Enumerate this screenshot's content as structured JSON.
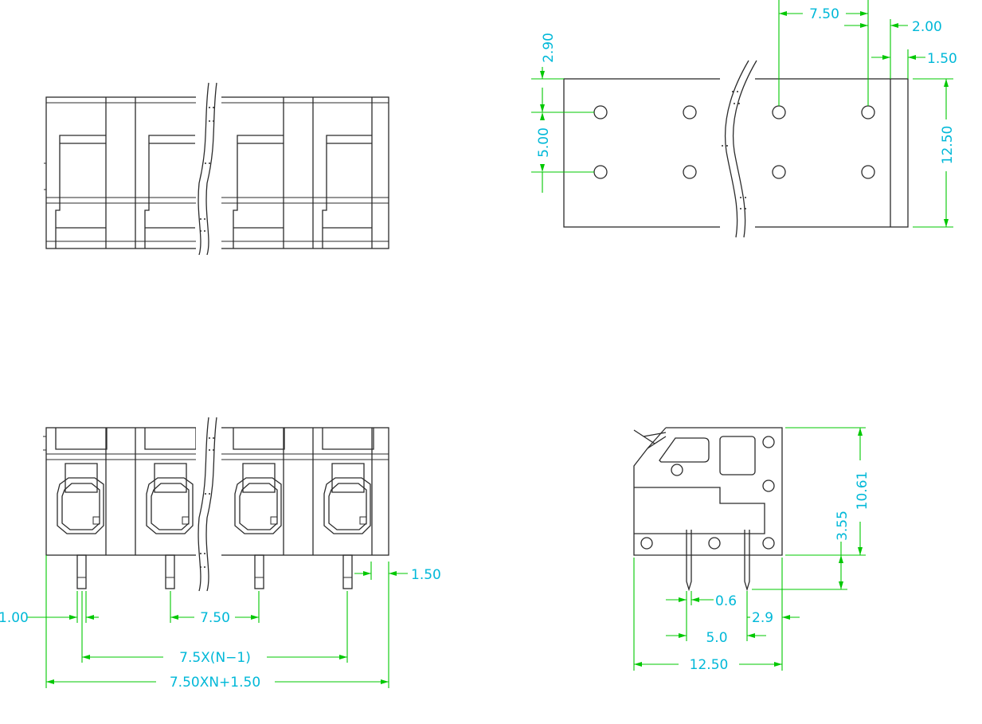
{
  "colors": {
    "outline": "#2b2b2b",
    "dimension_line": "#00c800",
    "dimension_text": "#00b8d8",
    "background": "#ffffff"
  },
  "top_view": {
    "dims": {
      "pitch": "7.50",
      "edge_left": "2.00",
      "edge_right": "1.50",
      "top_offset": "2.90",
      "row_spacing": "5.00",
      "depth": "12.50"
    }
  },
  "front_view": {
    "dims": {
      "pin_width": "1.00",
      "pitch": "7.50",
      "edge_right": "1.50",
      "pin_span": "7.5X(N−1)",
      "overall_length": "7.50XN+1.50"
    }
  },
  "side_view": {
    "dims": {
      "height": "10.61",
      "pin_length": "3.55",
      "pin_width": "0.6",
      "pin_offset": "2.9",
      "pin_spacing": "5.0",
      "depth": "12.50"
    }
  }
}
